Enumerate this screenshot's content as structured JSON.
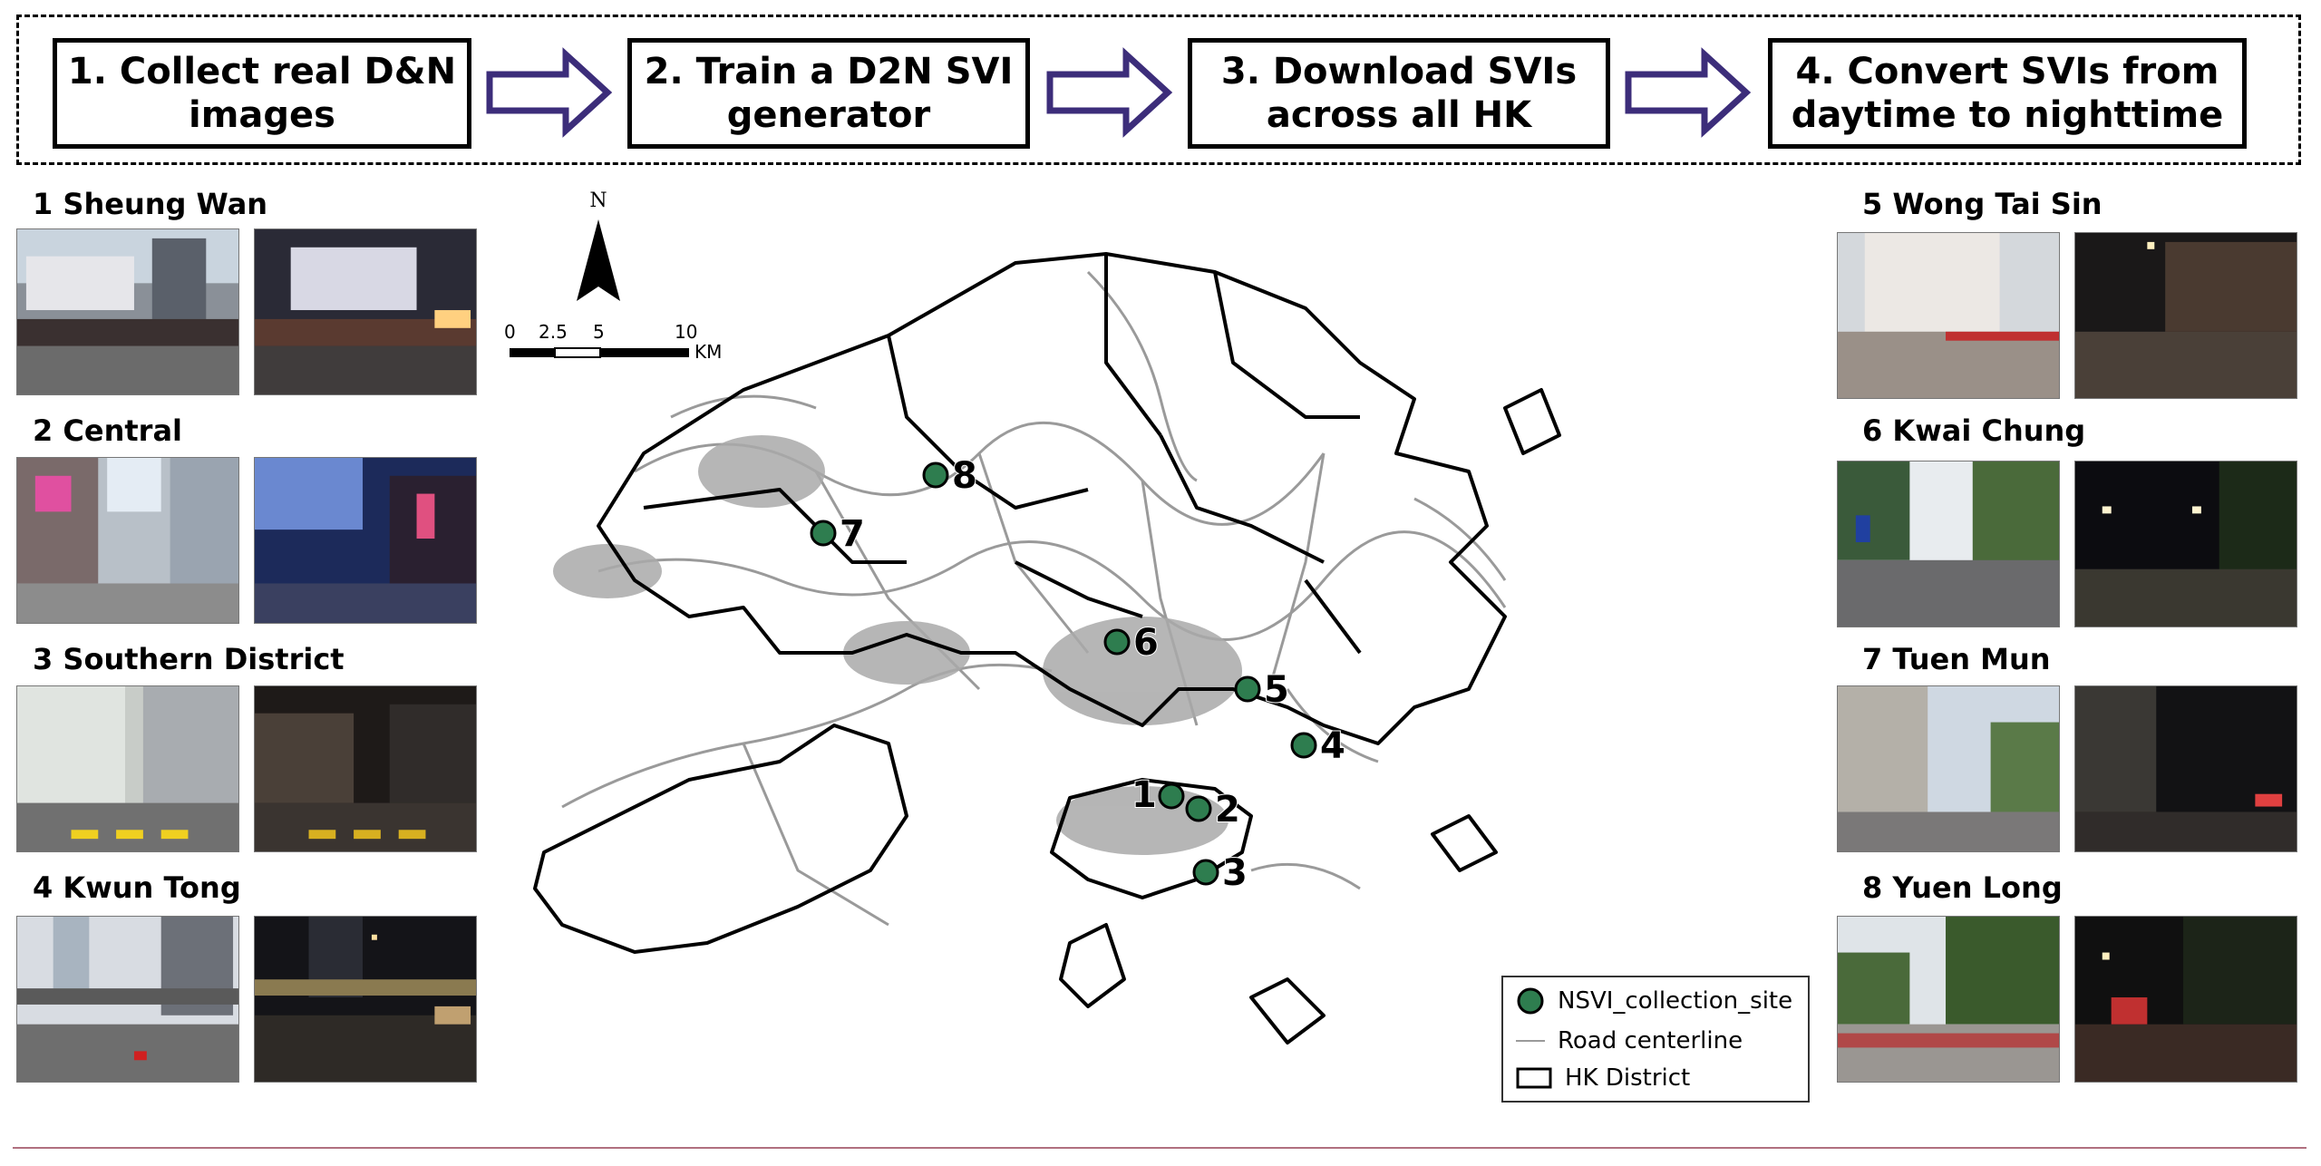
{
  "steps": [
    {
      "label": "1. Collect real D&N images"
    },
    {
      "label": "2. Train a D2N SVI generator"
    },
    {
      "label": "3. Download SVIs across all HK"
    },
    {
      "label": "4. Convert SVIs from daytime to nighttime"
    }
  ],
  "sites": [
    {
      "number": "1",
      "name": "1 Sheung Wan"
    },
    {
      "number": "2",
      "name": "2 Central"
    },
    {
      "number": "3",
      "name": "3 Southern District"
    },
    {
      "number": "4",
      "name": "4 Kwun Tong"
    },
    {
      "number": "5",
      "name": "5 Wong Tai Sin"
    },
    {
      "number": "6",
      "name": "6 Kwai Chung"
    },
    {
      "number": "7",
      "name": "7 Tuen Mun"
    },
    {
      "number": "8",
      "name": "8 Yuen Long"
    }
  ],
  "map": {
    "north_label": "N",
    "scale_ticks": [
      "0",
      "2.5",
      "5",
      "10"
    ],
    "scale_unit": "KM",
    "legend": {
      "site": "NSVI_collection_site",
      "road": "Road centerline",
      "district": "HK District"
    },
    "colors": {
      "site_fill": "#2e7d4f",
      "road": "#9a9a9a",
      "district_border": "#000000",
      "arrow": "#3c2d7a"
    }
  }
}
